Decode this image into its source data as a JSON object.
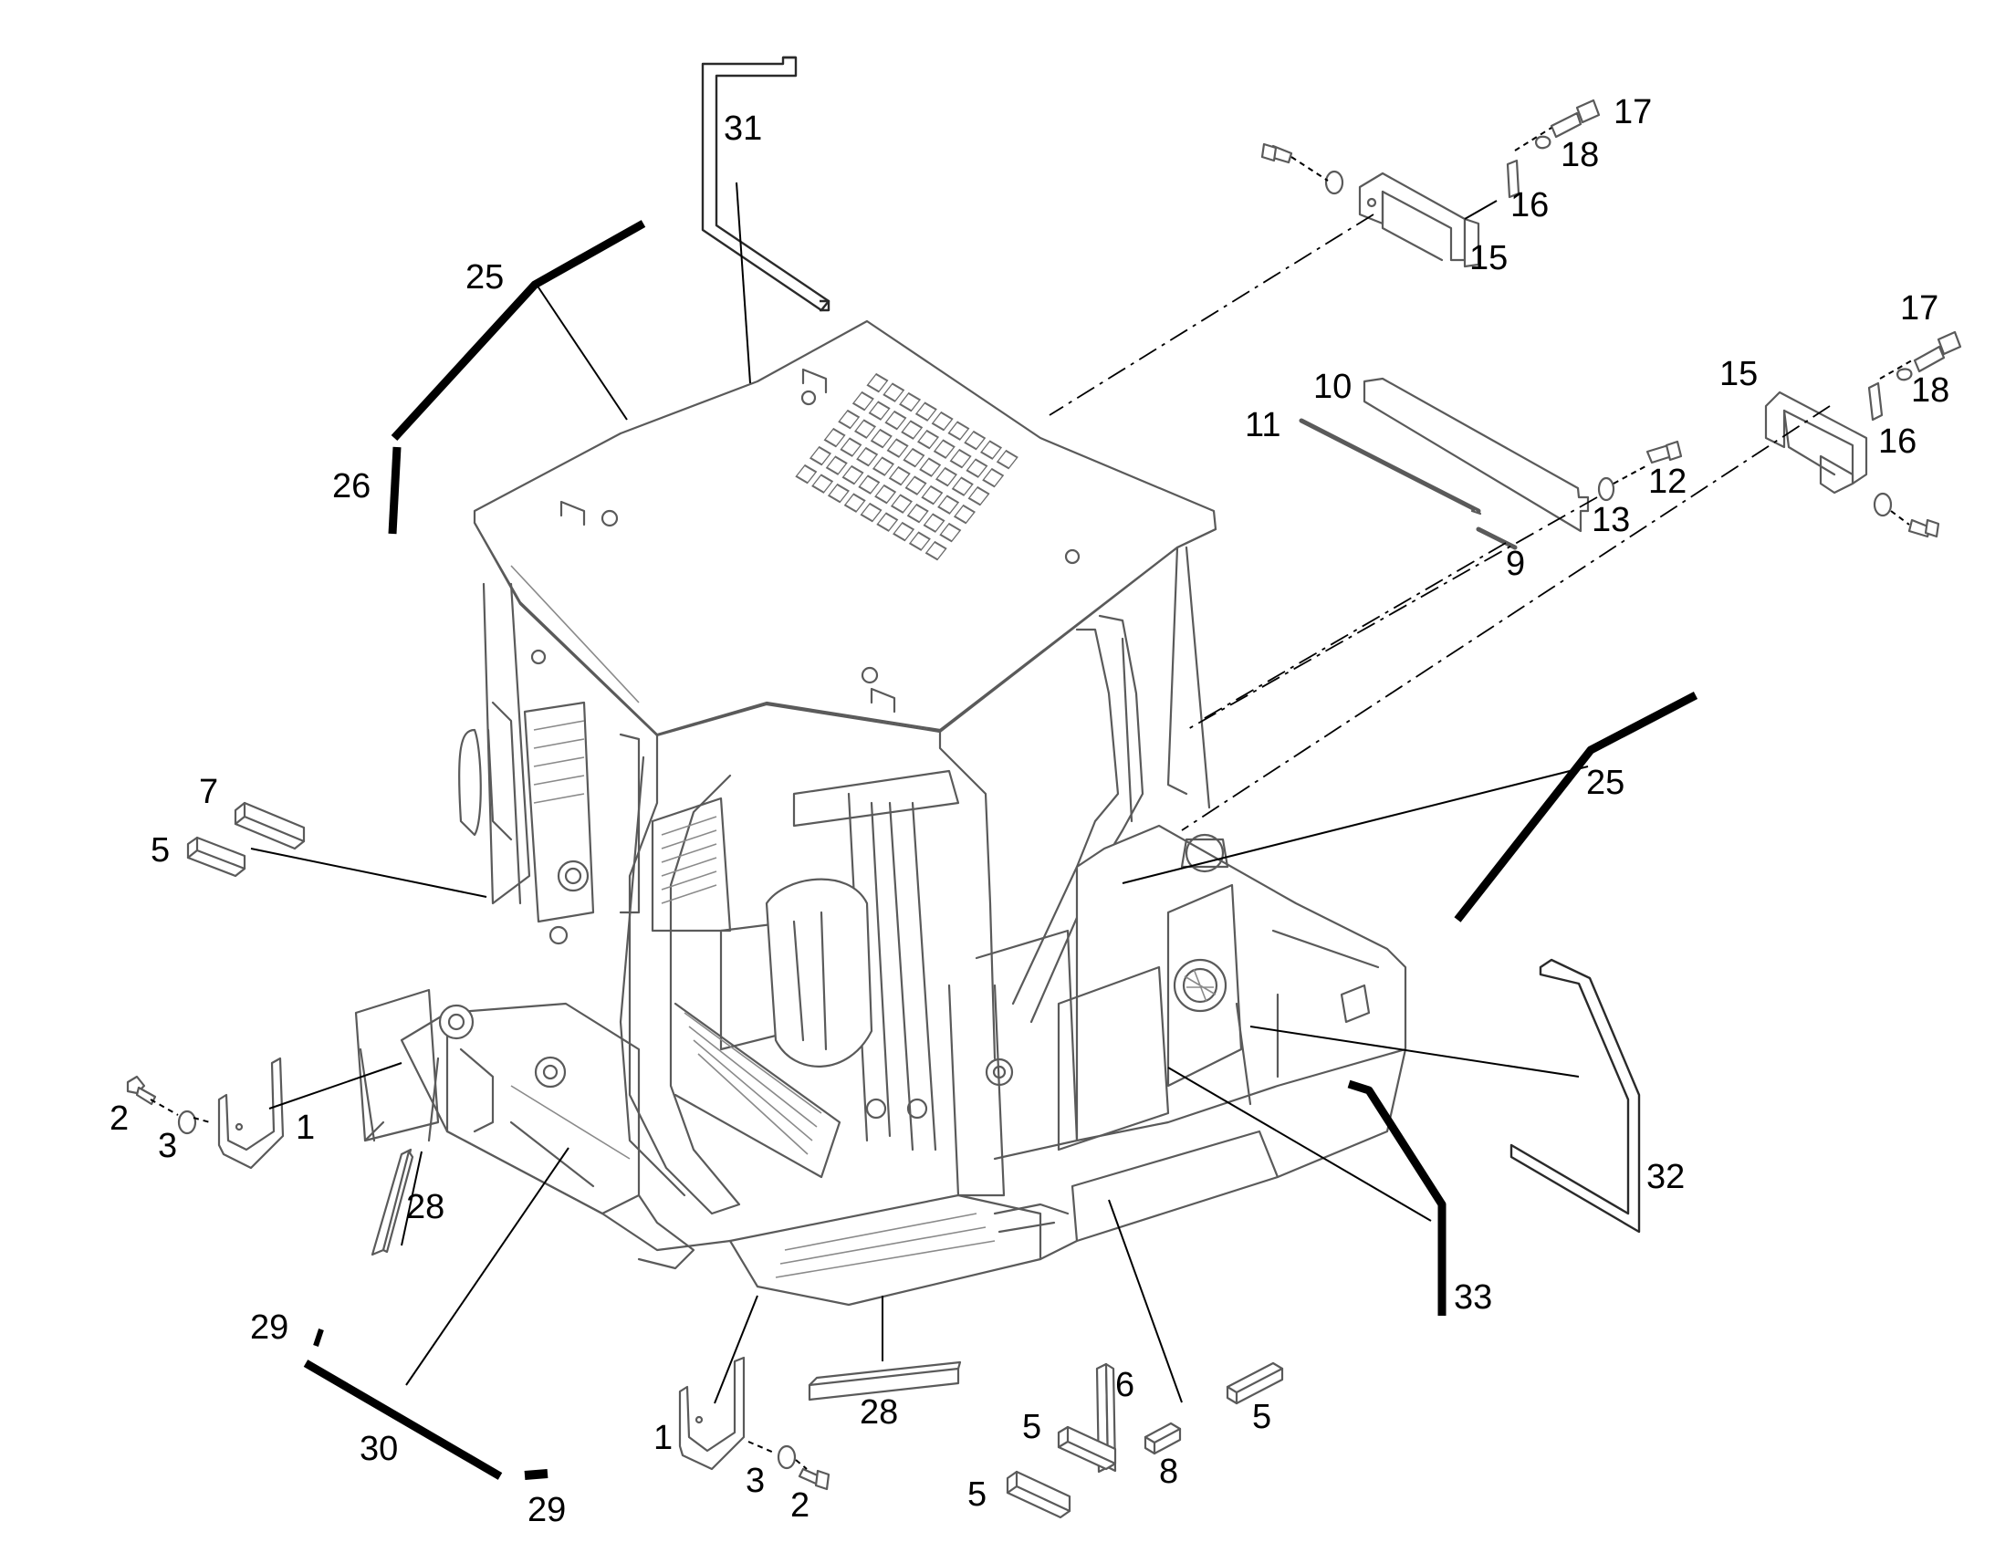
{
  "diagram": {
    "type": "exploded-parts-view",
    "subject": "operator cab with seals, brackets and fasteners"
  },
  "callouts": {
    "c1a": "1",
    "c1b": "1",
    "c2a": "2",
    "c2b": "2",
    "c3a": "3",
    "c3b": "3",
    "c5a": "5",
    "c5b": "5",
    "c5c": "5",
    "c5d": "5",
    "c6": "6",
    "c7": "7",
    "c8": "8",
    "c9": "9",
    "c10": "10",
    "c11": "11",
    "c12": "12",
    "c13": "13",
    "c15a": "15",
    "c15b": "15",
    "c16a": "16",
    "c16b": "16",
    "c17a": "17",
    "c17b": "17",
    "c18a": "18",
    "c18b": "18",
    "c25a": "25",
    "c25b": "25",
    "c26": "26",
    "c28a": "28",
    "c28b": "28",
    "c29a": "29",
    "c29b": "29",
    "c30": "30",
    "c31": "31",
    "c32": "32",
    "c33": "33"
  }
}
